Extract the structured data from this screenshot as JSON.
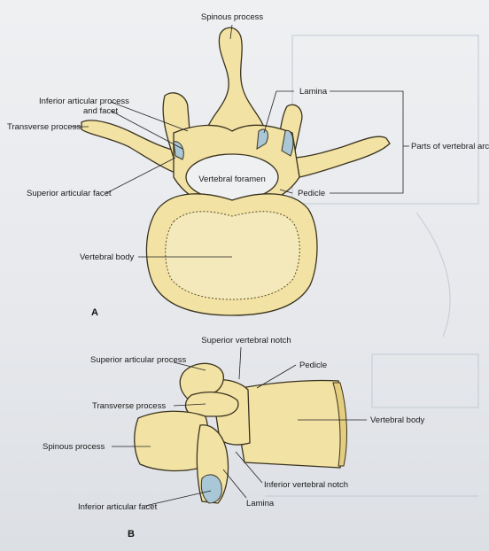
{
  "figure_a": {
    "panel_label": "A",
    "labels": {
      "spinous_process": "Spinous process",
      "inferior_articular_1": "Inferior articular process",
      "inferior_articular_2": "and facet",
      "lamina": "Lamina",
      "transverse_process": "Transverse process",
      "parts_of_vertebral_arch": "Parts of vertebral arch",
      "superior_articular_facet": "Superior articular facet",
      "vertebral_foramen": "Vertebral foramen",
      "pedicle": "Pedicle",
      "vertebral_body": "Vertebral body"
    }
  },
  "figure_b": {
    "panel_label": "B",
    "labels": {
      "superior_vertebral_notch": "Superior vertebral notch",
      "superior_articular_process": "Superior articular process",
      "pedicle": "Pedicle",
      "transverse_process": "Transverse process",
      "vertebral_body": "Vertebral body",
      "spinous_process": "Spinous process",
      "inferior_vertebral_notch": "Inferior vertebral notch",
      "lamina": "Lamina",
      "inferior_articular_facet": "Inferior articular facet"
    }
  },
  "colors": {
    "bone": "#f2e2a4",
    "facet": "#a9c7d6",
    "outline": "#3a3320"
  }
}
